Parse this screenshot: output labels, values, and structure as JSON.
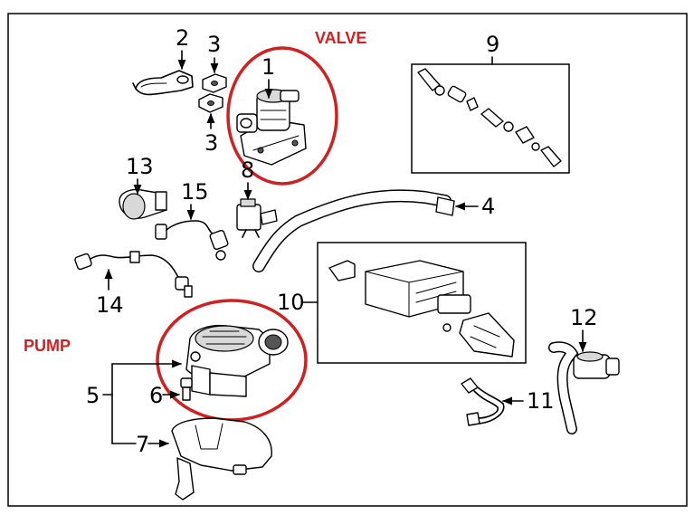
{
  "callouts": {
    "c1": "1",
    "c2": "2",
    "c3a": "3",
    "c3b": "3",
    "c4": "4",
    "c5": "5",
    "c6": "6",
    "c7": "7",
    "c8": "8",
    "c9": "9",
    "c10": "10",
    "c11": "11",
    "c12": "12",
    "c13": "13",
    "c14": "14",
    "c15": "15"
  },
  "annotations": {
    "valve": "VALVE",
    "pump": "PUMP"
  },
  "colors": {
    "annotation_red": "#d42020",
    "line_black": "#000000",
    "background": "#ffffff"
  }
}
